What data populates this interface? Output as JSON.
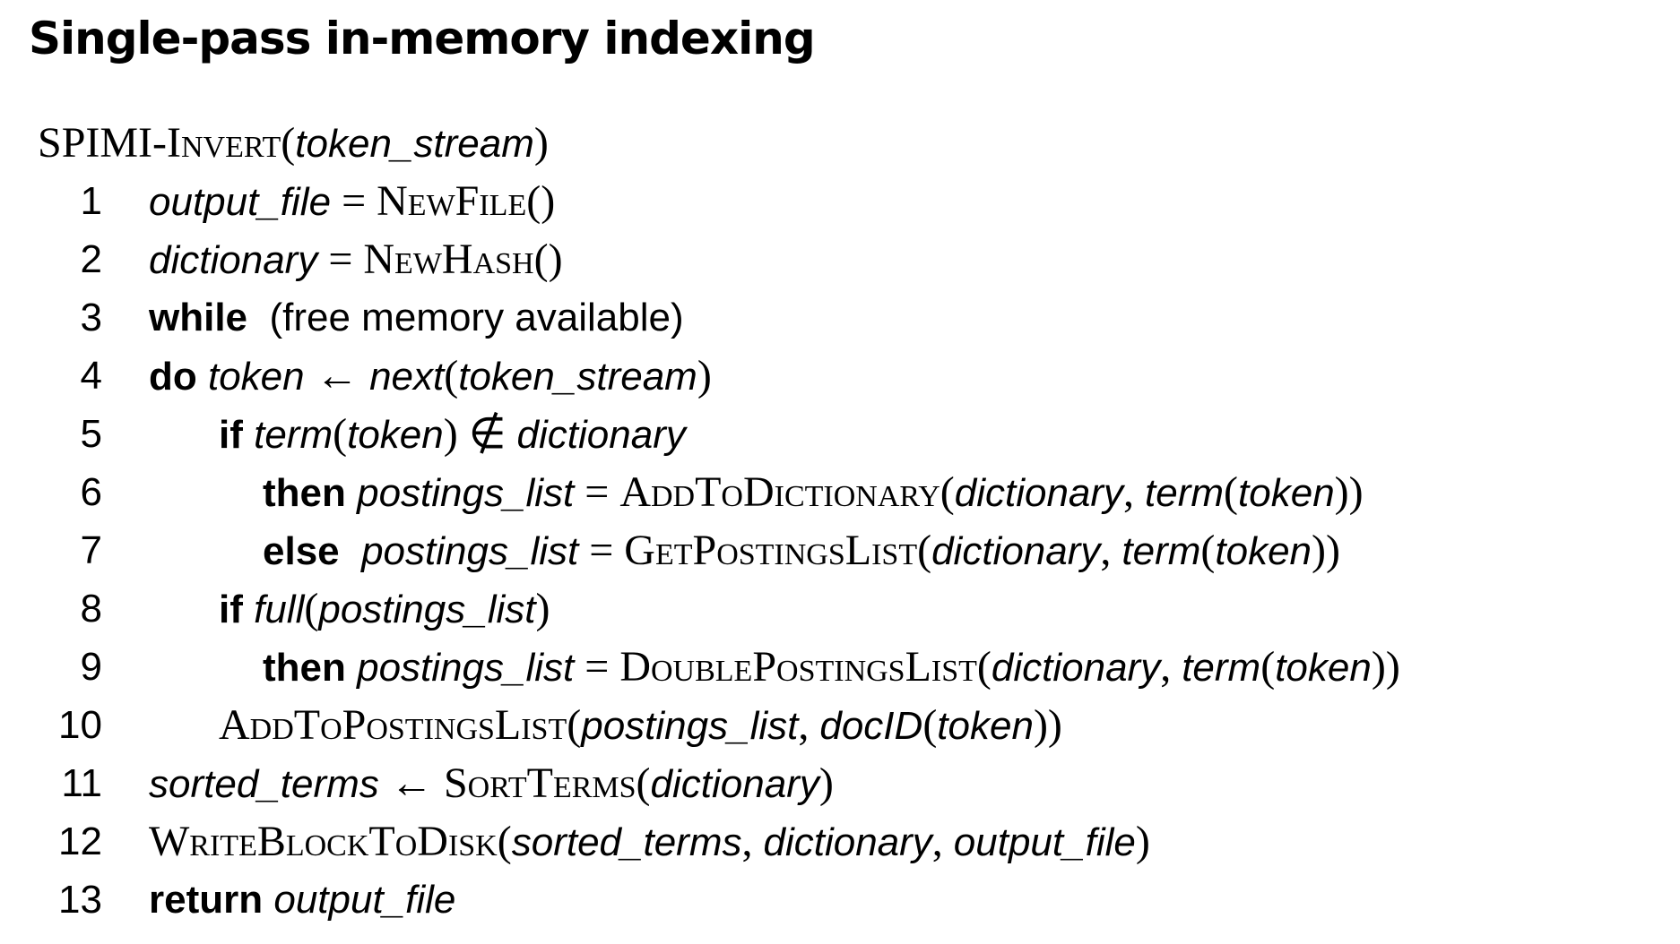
{
  "title": "Single-pass in-memory indexing",
  "algorithm": {
    "header": [
      {
        "t": "SPIMI-Invert",
        "s": "sc"
      },
      {
        "t": "(",
        "s": "rm"
      },
      {
        "t": "token_stream",
        "s": "it"
      },
      {
        "t": ")",
        "s": "rm"
      }
    ],
    "lines": [
      {
        "num": "1",
        "indent": 0,
        "segs": [
          {
            "t": "output_file",
            "s": "it"
          },
          {
            "t": " = ",
            "s": "rm"
          },
          {
            "t": "NewFile",
            "s": "sc"
          },
          {
            "t": "()",
            "s": "rm"
          }
        ]
      },
      {
        "num": "2",
        "indent": 0,
        "segs": [
          {
            "t": "dictionary",
            "s": "it"
          },
          {
            "t": " = ",
            "s": "rm"
          },
          {
            "t": "NewHash",
            "s": "sc"
          },
          {
            "t": "()",
            "s": "rm"
          }
        ]
      },
      {
        "num": "3",
        "indent": 0,
        "segs": [
          {
            "t": "while",
            "s": "kw"
          },
          {
            "t": "  (free memory available)",
            "s": "sans"
          }
        ]
      },
      {
        "num": "4",
        "indent": 0,
        "segs": [
          {
            "t": "do",
            "s": "kw"
          },
          {
            "t": " token ",
            "s": "it"
          },
          {
            "t": "←",
            "s": "rm"
          },
          {
            "t": " next",
            "s": "it"
          },
          {
            "t": "(",
            "s": "rm"
          },
          {
            "t": "token_stream",
            "s": "it"
          },
          {
            "t": ")",
            "s": "rm"
          }
        ]
      },
      {
        "num": "5",
        "indent": 1,
        "segs": [
          {
            "t": "if",
            "s": "kw"
          },
          {
            "t": " term",
            "s": "it"
          },
          {
            "t": "(",
            "s": "rm"
          },
          {
            "t": "token",
            "s": "it"
          },
          {
            "t": ") ∉ ",
            "s": "rm"
          },
          {
            "t": "dictionary",
            "s": "it"
          }
        ]
      },
      {
        "num": "6",
        "indent": 2,
        "segs": [
          {
            "t": "then",
            "s": "kw"
          },
          {
            "t": " postings_list",
            "s": "it"
          },
          {
            "t": " = ",
            "s": "rm"
          },
          {
            "t": "AddToDictionary",
            "s": "sc"
          },
          {
            "t": "(",
            "s": "rm"
          },
          {
            "t": "dictionary",
            "s": "it"
          },
          {
            "t": ", ",
            "s": "rm"
          },
          {
            "t": "term",
            "s": "it"
          },
          {
            "t": "(",
            "s": "rm"
          },
          {
            "t": "token",
            "s": "it"
          },
          {
            "t": "))",
            "s": "rm"
          }
        ]
      },
      {
        "num": "7",
        "indent": 2,
        "segs": [
          {
            "t": "else",
            "s": "kw"
          },
          {
            "t": "  postings_list",
            "s": "it"
          },
          {
            "t": " = ",
            "s": "rm"
          },
          {
            "t": "GetPostingsList",
            "s": "sc"
          },
          {
            "t": "(",
            "s": "rm"
          },
          {
            "t": "dictionary",
            "s": "it"
          },
          {
            "t": ", ",
            "s": "rm"
          },
          {
            "t": "term",
            "s": "it"
          },
          {
            "t": "(",
            "s": "rm"
          },
          {
            "t": "token",
            "s": "it"
          },
          {
            "t": "))",
            "s": "rm"
          }
        ]
      },
      {
        "num": "8",
        "indent": 1,
        "segs": [
          {
            "t": "if",
            "s": "kw"
          },
          {
            "t": " full",
            "s": "it"
          },
          {
            "t": "(",
            "s": "rm"
          },
          {
            "t": "postings_list",
            "s": "it"
          },
          {
            "t": ")",
            "s": "rm"
          }
        ]
      },
      {
        "num": "9",
        "indent": 2,
        "segs": [
          {
            "t": "then",
            "s": "kw"
          },
          {
            "t": " postings_list",
            "s": "it"
          },
          {
            "t": " = ",
            "s": "rm"
          },
          {
            "t": "DoublePostingsList",
            "s": "sc"
          },
          {
            "t": "(",
            "s": "rm"
          },
          {
            "t": "dictionary",
            "s": "it"
          },
          {
            "t": ", ",
            "s": "rm"
          },
          {
            "t": "term",
            "s": "it"
          },
          {
            "t": "(",
            "s": "rm"
          },
          {
            "t": "token",
            "s": "it"
          },
          {
            "t": "))",
            "s": "rm"
          }
        ]
      },
      {
        "num": "10",
        "indent": 1,
        "segs": [
          {
            "t": "AddToPostingsList",
            "s": "sc"
          },
          {
            "t": "(",
            "s": "rm"
          },
          {
            "t": "postings_list",
            "s": "it"
          },
          {
            "t": ", ",
            "s": "rm"
          },
          {
            "t": "docID",
            "s": "it"
          },
          {
            "t": "(",
            "s": "rm"
          },
          {
            "t": "token",
            "s": "it"
          },
          {
            "t": "))",
            "s": "rm"
          }
        ]
      },
      {
        "num": "11",
        "indent": 0,
        "segs": [
          {
            "t": "sorted_terms ",
            "s": "it"
          },
          {
            "t": "← ",
            "s": "rm"
          },
          {
            "t": "SortTerms",
            "s": "sc"
          },
          {
            "t": "(",
            "s": "rm"
          },
          {
            "t": "dictionary",
            "s": "it"
          },
          {
            "t": ")",
            "s": "rm"
          }
        ]
      },
      {
        "num": "12",
        "indent": 0,
        "segs": [
          {
            "t": "WriteBlockToDisk",
            "s": "sc"
          },
          {
            "t": "(",
            "s": "rm"
          },
          {
            "t": "sorted_terms",
            "s": "it"
          },
          {
            "t": ", ",
            "s": "rm"
          },
          {
            "t": "dictionary",
            "s": "it"
          },
          {
            "t": ", ",
            "s": "rm"
          },
          {
            "t": "output_file",
            "s": "it"
          },
          {
            "t": ")",
            "s": "rm"
          }
        ]
      },
      {
        "num": "13",
        "indent": 0,
        "segs": [
          {
            "t": "return",
            "s": "kw"
          },
          {
            "t": " output_file",
            "s": "it"
          }
        ]
      }
    ]
  }
}
